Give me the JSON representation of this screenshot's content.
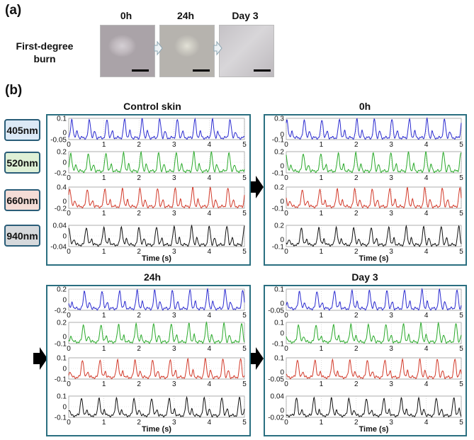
{
  "labels": {
    "panel_a": "(a)",
    "panel_b": "(b)",
    "burn_type_line1": "First-degree",
    "burn_type_line2": "burn"
  },
  "timepoints": [
    "0h",
    "24h",
    "Day 3"
  ],
  "wavelengths": [
    {
      "label": "405nm",
      "color": "#dce9f6",
      "line": "#2b2bd0"
    },
    {
      "label": "520nm",
      "color": "#dff0d6",
      "line": "#2aaa2a"
    },
    {
      "label": "660nm",
      "color": "#f4dcd6",
      "line": "#d23a2a"
    },
    {
      "label": "940nm",
      "color": "#d6d9dc",
      "line": "#111111"
    }
  ],
  "chart_data": [
    {
      "type": "line",
      "title": "Control skin",
      "xlabel": "Time (s)",
      "xlim": [
        0,
        5
      ],
      "xticks": [
        "0",
        "1",
        "2",
        "3",
        "4",
        "5"
      ],
      "series": [
        {
          "name": "405nm",
          "yticks": [
            "0.1",
            "0",
            "-0.05"
          ],
          "ylim": [
            -0.05,
            0.1
          ],
          "period": 0.5
        },
        {
          "name": "520nm",
          "yticks": [
            "0.2",
            "0",
            "-0.2"
          ],
          "ylim": [
            -0.2,
            0.2
          ],
          "period": 0.5
        },
        {
          "name": "660nm",
          "yticks": [
            "0.4",
            "0",
            "-0.2"
          ],
          "ylim": [
            -0.2,
            0.4
          ],
          "period": 0.5
        },
        {
          "name": "940nm",
          "yticks": [
            "0.04",
            "0",
            "-0.04"
          ],
          "ylim": [
            -0.04,
            0.04
          ],
          "period": 0.5
        }
      ]
    },
    {
      "type": "line",
      "title": "0h",
      "xlabel": "Time (s)",
      "xlim": [
        0,
        5
      ],
      "xticks": [
        "0",
        "1",
        "2",
        "3",
        "4",
        "5"
      ],
      "series": [
        {
          "name": "405nm",
          "yticks": [
            "0.3",
            "0",
            "-0.1"
          ],
          "ylim": [
            -0.1,
            0.3
          ],
          "period": 0.5
        },
        {
          "name": "520nm",
          "yticks": [
            "0.2",
            "0",
            "-0.1"
          ],
          "ylim": [
            -0.1,
            0.2
          ],
          "period": 0.5
        },
        {
          "name": "660nm",
          "yticks": [
            "0.2",
            "0",
            "-0.1"
          ],
          "ylim": [
            -0.1,
            0.2
          ],
          "period": 0.5
        },
        {
          "name": "940nm",
          "yticks": [
            "0.2",
            "0",
            "-0.1"
          ],
          "ylim": [
            -0.1,
            0.2
          ],
          "period": 0.5
        }
      ]
    },
    {
      "type": "line",
      "title": "24h",
      "xlabel": "Time (s)",
      "xlim": [
        0,
        5
      ],
      "xticks": [
        "0",
        "1",
        "2",
        "3",
        "4",
        "5"
      ],
      "series": [
        {
          "name": "405nm",
          "yticks": [
            "0.2",
            "0",
            "-0.2"
          ],
          "ylim": [
            -0.2,
            0.2
          ],
          "period": 0.5
        },
        {
          "name": "520nm",
          "yticks": [
            "0.2",
            "0",
            "-0.1"
          ],
          "ylim": [
            -0.1,
            0.2
          ],
          "period": 0.5
        },
        {
          "name": "660nm",
          "yticks": [
            "0.1",
            "0",
            "-0.1"
          ],
          "ylim": [
            -0.1,
            0.1
          ],
          "period": 0.5
        },
        {
          "name": "940nm",
          "yticks": [
            "0.1",
            "0",
            "-0.1"
          ],
          "ylim": [
            -0.1,
            0.1
          ],
          "period": 0.5
        }
      ]
    },
    {
      "type": "line",
      "title": "Day 3",
      "xlabel": "Time (s)",
      "xlim": [
        0,
        5
      ],
      "xticks": [
        "0",
        "1",
        "2",
        "3",
        "4",
        "5"
      ],
      "series": [
        {
          "name": "405nm",
          "yticks": [
            "0.1",
            "0",
            "-0.05"
          ],
          "ylim": [
            -0.05,
            0.1
          ],
          "period": 0.5
        },
        {
          "name": "520nm",
          "yticks": [
            "0.1",
            "0",
            "-0.1"
          ],
          "ylim": [
            -0.1,
            0.1
          ],
          "period": 0.5
        },
        {
          "name": "660nm",
          "yticks": [
            "0.1",
            "0",
            "-0.05"
          ],
          "ylim": [
            -0.05,
            0.1
          ],
          "period": 0.5
        },
        {
          "name": "940nm",
          "yticks": [
            "0.04",
            "0",
            "-0.02"
          ],
          "ylim": [
            -0.02,
            0.04
          ],
          "period": 0.5
        }
      ]
    }
  ]
}
